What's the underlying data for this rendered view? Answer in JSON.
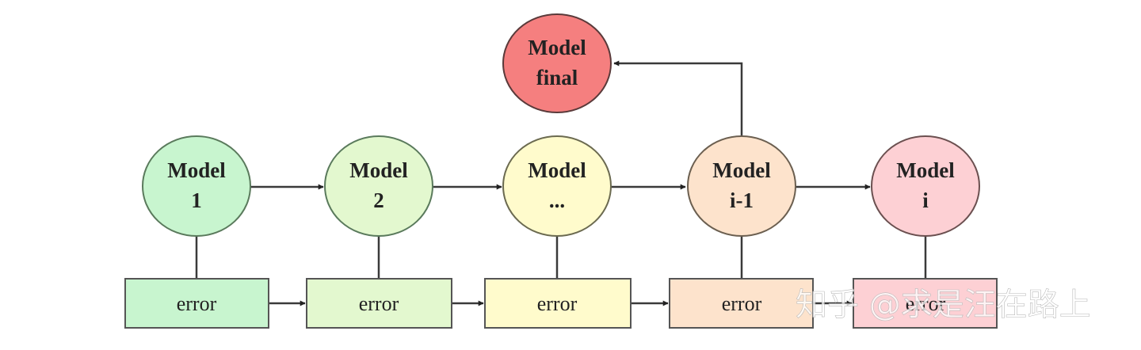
{
  "nodes": [
    {
      "id": "m1",
      "line1": "Model",
      "line2": "1",
      "fill": "#c8f5cf",
      "stroke": "#5a7a5c"
    },
    {
      "id": "m2",
      "line1": "Model",
      "line2": "2",
      "fill": "#e3f8cf",
      "stroke": "#5a7a5c"
    },
    {
      "id": "m3",
      "line1": "Model",
      "line2": "...",
      "fill": "#fffbcc",
      "stroke": "#6b6a50"
    },
    {
      "id": "m4",
      "line1": "Model",
      "line2": "i-1",
      "fill": "#fde3cc",
      "stroke": "#6b5f50"
    },
    {
      "id": "m5",
      "line1": "Model",
      "line2": "i",
      "fill": "#fdd0d4",
      "stroke": "#6b5050"
    },
    {
      "id": "final",
      "line1": "Model",
      "line2": "final",
      "fill": "#f57f7f",
      "stroke": "#5a3a3a"
    }
  ],
  "error_boxes": [
    {
      "label": "error",
      "fill": "#c8f5cf"
    },
    {
      "label": "error",
      "fill": "#e3f8cf"
    },
    {
      "label": "error",
      "fill": "#fffbcc"
    },
    {
      "label": "error",
      "fill": "#fde3cc"
    },
    {
      "label": "error",
      "fill": "#fdd0d4"
    }
  ],
  "watermark": "知乎 @求是汪在路上",
  "colors": {
    "edge": "#3a3a3a",
    "arrowhead": "#222222"
  }
}
